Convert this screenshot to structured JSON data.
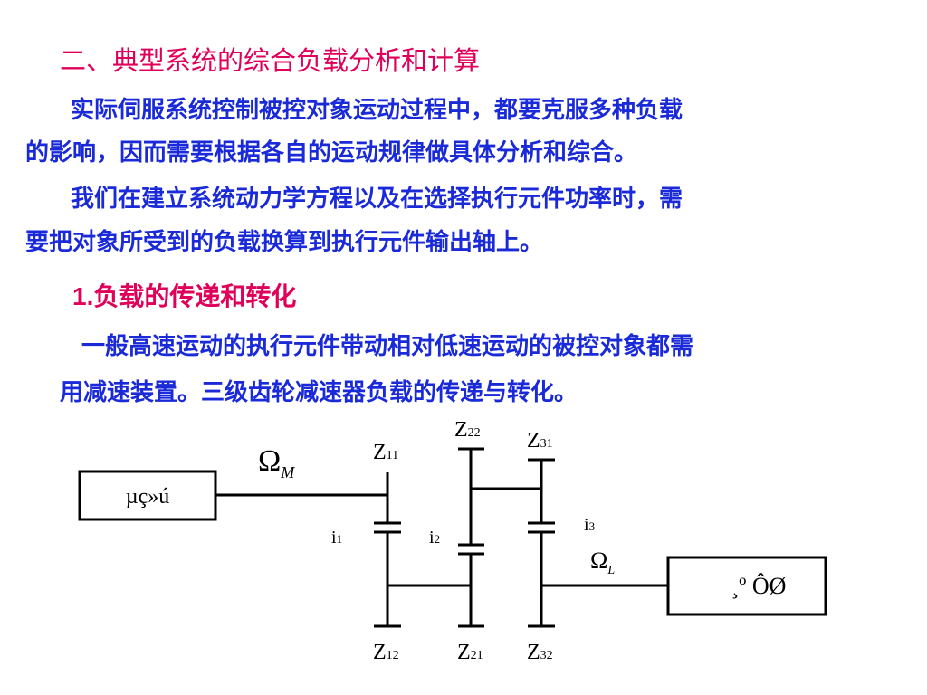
{
  "heading": "二、典型系统的综合负载分析和计算",
  "paragraphs": [
    "实际伺服系统控制被控对象运动过程中，都要克服多种负载",
    "的影响，因而需要根据各自的运动规律做具体分析和综合。",
    "我们在建立系统动力学方程以及在选择执行元件功率时，需",
    "要把对象所受到的负载换算到执行元件输出轴上。"
  ],
  "subheading": {
    "number": "1.",
    "text": "负载的传递和转化"
  },
  "paragraph2": [
    "一般高速运动的执行元件带动相对低速运动的被控对象都需",
    "用减速装置。三级齿轮减速器负载的传递与转化。"
  ],
  "diagram": {
    "motor_box_label": "µç»ú",
    "load_box_label": "¸º ÔØ",
    "omega_m": {
      "symbol": "Ω",
      "sub": "M"
    },
    "omega_l": {
      "symbol": "Ω",
      "sub": "L"
    },
    "gears": {
      "z11": {
        "main": "Z",
        "sub": "11"
      },
      "z12": {
        "main": "Z",
        "sub": "12"
      },
      "z21": {
        "main": "Z",
        "sub": "21"
      },
      "z22": {
        "main": "Z",
        "sub": "22"
      },
      "z31": {
        "main": "Z",
        "sub": "31"
      },
      "z32": {
        "main": "Z",
        "sub": "32"
      }
    },
    "ratios": {
      "i1": {
        "main": "i",
        "sub": "1"
      },
      "i2": {
        "main": "i",
        "sub": "2"
      },
      "i3": {
        "main": "i",
        "sub": "3"
      }
    }
  }
}
